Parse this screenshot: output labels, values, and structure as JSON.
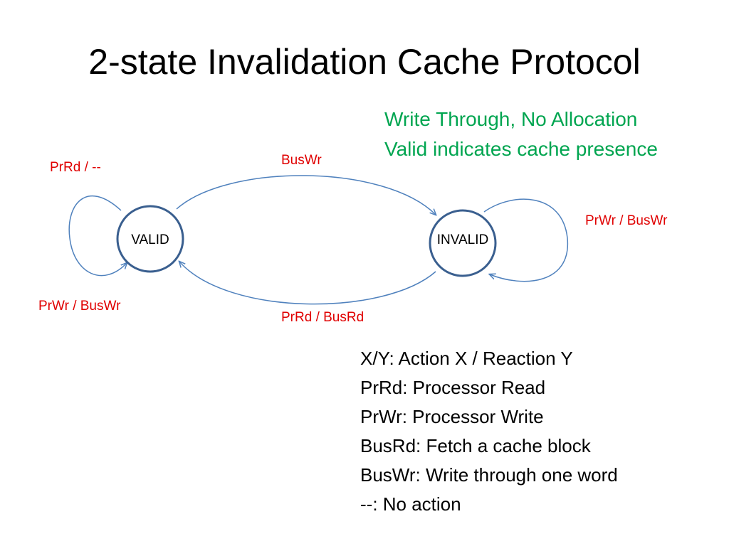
{
  "title": "2-state Invalidation Cache Protocol",
  "notes": [
    "Write Through, No Allocation",
    "Valid indicates cache presence"
  ],
  "states": {
    "valid": "VALID",
    "invalid": "INVALID"
  },
  "transitions": {
    "valid_to_invalid": "BusWr",
    "invalid_to_valid": "PrRd / BusRd",
    "valid_self_read": "PrRd / --",
    "valid_self_write": "PrWr / BusWr",
    "invalid_self_write": "PrWr / BusWr"
  },
  "legend": [
    "X/Y: Action X / Reaction Y",
    "PrRd: Processor Read",
    "PrWr: Processor Write",
    "BusRd: Fetch a cache block",
    "BusWr: Write through one word",
    "--: No action"
  ],
  "colors": {
    "title": "#000000",
    "note": "#00a550",
    "edge_label": "#e00000",
    "arrow": "#4f81bd",
    "state_border": "#3a5f8f"
  }
}
